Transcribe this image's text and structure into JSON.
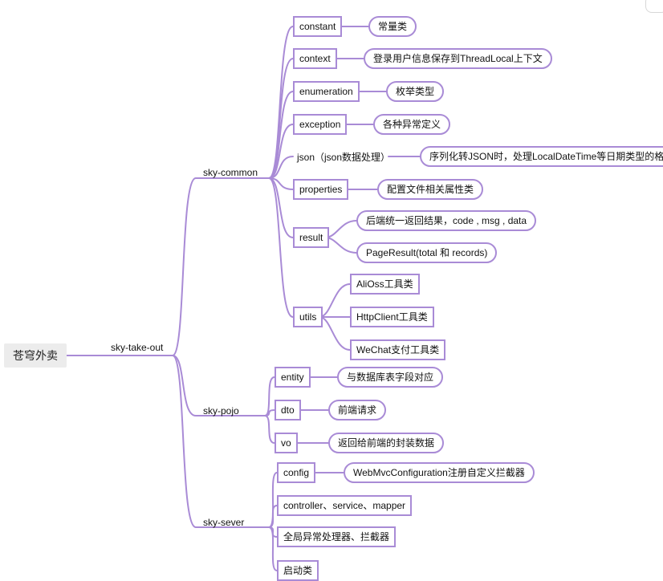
{
  "root": "苍穹外卖",
  "l1": "sky-take-out",
  "modules": {
    "common": {
      "label": "sky-common",
      "nodes": [
        {
          "label": "constant",
          "note": "常量类"
        },
        {
          "label": "context",
          "note": "登录用户信息保存到ThreadLocal上下文"
        },
        {
          "label": "enumeration",
          "note": "枚举类型"
        },
        {
          "label": "exception",
          "note": "各种异常定义"
        },
        {
          "label": "json（json数据处理）",
          "note": "序列化转JSON时，处理LocalDateTime等日期类型的格式"
        },
        {
          "label": "properties",
          "note": "配置文件相关属性类"
        },
        {
          "label": "result",
          "notes": [
            "后端统一返回结果，code , msg , data",
            "PageResult(total 和 records)"
          ]
        },
        {
          "label": "utils",
          "children": [
            "AliOss工具类",
            "HttpClient工具类",
            "WeChat支付工具类"
          ]
        }
      ]
    },
    "pojo": {
      "label": "sky-pojo",
      "nodes": [
        {
          "label": "entity",
          "note": "与数据库表字段对应"
        },
        {
          "label": "dto",
          "note": "前端请求"
        },
        {
          "label": "vo",
          "note": "返回给前端的封装数据"
        }
      ]
    },
    "sever": {
      "label": "sky-sever",
      "nodes": [
        {
          "label": "config",
          "note": "WebMvcConfiguration注册自定义拦截器"
        },
        {
          "label": "controller、service、mapper"
        },
        {
          "label": "全局异常处理器、拦截器"
        },
        {
          "label": "启动类"
        }
      ]
    }
  },
  "colors": {
    "line": "#a98bd6",
    "root_bg": "#ececec"
  }
}
